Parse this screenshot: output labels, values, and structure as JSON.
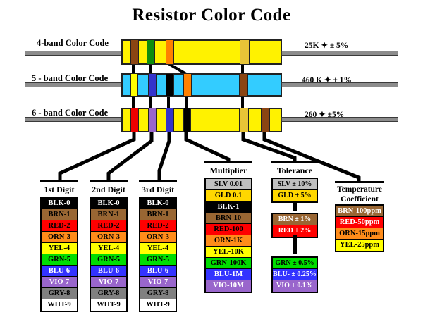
{
  "title": "Resistor Color Code",
  "colors": {
    "black": "#000000",
    "brown": "#8B4513",
    "red": "#EE0000",
    "orange": "#FF8000",
    "yellow": "#FFFF00",
    "green": "#0E8C0E",
    "blue": "#3333CC",
    "violet": "#9966CC",
    "gold": "#E8C437",
    "body_yellow": "#FFF200",
    "body_cyan": "#33CCFF",
    "lead_gray": "#8C8C8C"
  },
  "resistors": [
    {
      "label": "4-band Color Code",
      "value": "25K ✦ ± 5%",
      "body": "body_yellow",
      "bands": [
        "brown",
        "green",
        "orange",
        "gold"
      ]
    },
    {
      "label": "5 - band Color Code",
      "value": "460 K ✦ ± 1%",
      "body": "body_cyan",
      "bands": [
        "yellow",
        "blue",
        "black",
        "orange",
        "brown"
      ]
    },
    {
      "label": "6 - band Color Code",
      "value": "260 ✦ ±5%",
      "body": "body_yellow",
      "bands": [
        "red",
        "violet",
        "blue",
        "black",
        "gold",
        "brown"
      ]
    }
  ],
  "tables": {
    "digit_headers": [
      "1st Digit",
      "2nd Digit",
      "3rd Digit"
    ],
    "digit_rows": [
      {
        "label": "BLK-0",
        "bg": "#000000",
        "fg": "#FFFFFF"
      },
      {
        "label": "BRN-1",
        "bg": "#996633",
        "fg": "#000000"
      },
      {
        "label": "RED-2",
        "bg": "#FF0000",
        "fg": "#000000"
      },
      {
        "label": "ORN-3",
        "bg": "#FF8C1A",
        "fg": "#000000"
      },
      {
        "label": "YEL-4",
        "bg": "#FFFF00",
        "fg": "#000000"
      },
      {
        "label": "GRN-5",
        "bg": "#00DD00",
        "fg": "#000000"
      },
      {
        "label": "BLU-6",
        "bg": "#3333FF",
        "fg": "#FFFFFF"
      },
      {
        "label": "VIO-7",
        "bg": "#9966CC",
        "fg": "#FFFFFF"
      },
      {
        "label": "GRY-8",
        "bg": "#808080",
        "fg": "#000000"
      },
      {
        "label": "WHT-9",
        "bg": "#FFFFFF",
        "fg": "#000000"
      }
    ],
    "multiplier": {
      "header": "Multiplier",
      "rows": [
        {
          "label": "SLV 0.01",
          "bg": "#C0C0C0",
          "fg": "#000000"
        },
        {
          "label": "GLD 0.1",
          "bg": "#FFD700",
          "fg": "#000000"
        },
        {
          "label": "BLK-1",
          "bg": "#000000",
          "fg": "#FFFFFF"
        },
        {
          "label": "BRN-10",
          "bg": "#996633",
          "fg": "#000000"
        },
        {
          "label": "RED-100",
          "bg": "#FF0000",
          "fg": "#000000"
        },
        {
          "label": "ORN-1K",
          "bg": "#FF8C1A",
          "fg": "#000000"
        },
        {
          "label": "YEL-10K",
          "bg": "#FFFF00",
          "fg": "#000000"
        },
        {
          "label": "GRN-100K",
          "bg": "#00DD00",
          "fg": "#000000"
        },
        {
          "label": "BLU-1M",
          "bg": "#3333FF",
          "fg": "#FFFFFF"
        },
        {
          "label": "VIO-10M",
          "bg": "#9966CC",
          "fg": "#FFFFFF"
        }
      ]
    },
    "tolerance": {
      "header": "Tolerance",
      "blocks": [
        [
          {
            "label": "SLV ± 10%",
            "bg": "#C0C0C0",
            "fg": "#000000"
          },
          {
            "label": "GLD ± 5%",
            "bg": "#FFD700",
            "fg": "#000000"
          }
        ],
        [
          {
            "label": "BRN ± 1%",
            "bg": "#996633",
            "fg": "#FFFFFF"
          },
          {
            "label": "RED ± 2%",
            "bg": "#FF0000",
            "fg": "#FFFFFF"
          }
        ],
        [
          {
            "label": "GRN ± 0.5%",
            "bg": "#00DD00",
            "fg": "#000000"
          },
          {
            "label": "BLU- ± 0.25%",
            "bg": "#3333FF",
            "fg": "#FFFFFF"
          },
          {
            "label": "VIO ± 0.1%",
            "bg": "#9966CC",
            "fg": "#FFFFFF"
          }
        ]
      ]
    },
    "temperature": {
      "header_line1": "Temperature",
      "header_line2": "Coefficient",
      "rows": [
        {
          "label": "BRN-100ppm",
          "bg": "#996633",
          "fg": "#FFFFFF"
        },
        {
          "label": "RED-50ppm",
          "bg": "#FF0000",
          "fg": "#FFFFFF"
        },
        {
          "label": "ORN-15ppm",
          "bg": "#FF8C1A",
          "fg": "#000000"
        },
        {
          "label": "YEL-25ppm",
          "bg": "#FFFF00",
          "fg": "#000000"
        }
      ]
    }
  }
}
